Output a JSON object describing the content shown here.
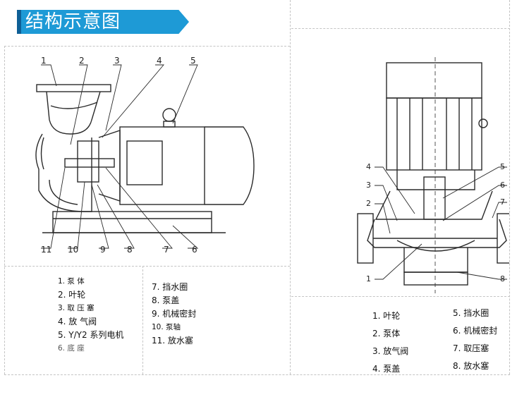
{
  "title": "结构示意图",
  "left_diagram_callouts": [
    "1",
    "2",
    "3",
    "4",
    "5",
    "6",
    "7",
    "8",
    "9",
    "10",
    "11"
  ],
  "right_diagram_callouts": [
    "1",
    "2",
    "3",
    "4",
    "5",
    "6",
    "7",
    "8"
  ],
  "left_legend": {
    "col1": [
      "1.  泵 体",
      "2.  叶轮",
      "3.  取 压 塞",
      "4.  放 气阀",
      "5.  Y/Y2 系列电机",
      "6.  底 座"
    ],
    "col2": [
      "7.  挡水圈",
      "8.  泵盖",
      "9.  机械密封",
      "10. 泵轴",
      "11. 放水塞"
    ]
  },
  "right_legend": {
    "col1": [
      "1.  叶轮",
      "2.  泵体",
      "3.  放气阀",
      "4.  泵盖"
    ],
    "col2": [
      "5.  挡水圈",
      "6.  机械密封",
      "7.  取压塞",
      "8.  放水塞"
    ]
  },
  "colors": {
    "banner": "#1e9ad6",
    "line": "#2a2a2a",
    "dashed": "#c4c4c4"
  }
}
